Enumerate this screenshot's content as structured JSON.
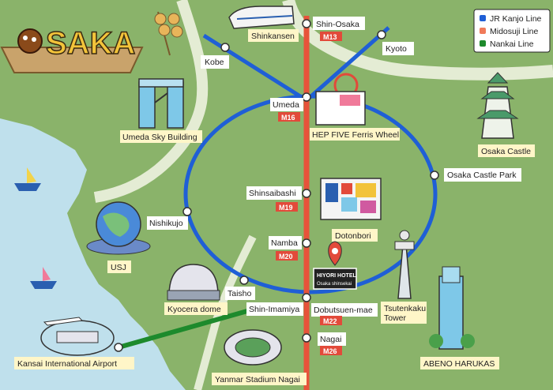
{
  "logo": {
    "text": "SAKA"
  },
  "legend": {
    "items": [
      {
        "label": "JR Kanjo Line",
        "color": "#1f5fd6"
      },
      {
        "label": "Midosuji Line",
        "color": "#f07a5a"
      },
      {
        "label": "Nankai Line",
        "color": "#1d8a2c"
      }
    ]
  },
  "stations": {
    "shin_osaka": {
      "name": "Shin-Osaka",
      "code": "M13"
    },
    "kobe": {
      "name": "Kobe"
    },
    "kyoto": {
      "name": "Kyoto"
    },
    "umeda": {
      "name": "Umeda",
      "code": "M16"
    },
    "osaka_castle_park": {
      "name": "Osaka Castle Park"
    },
    "nishikujo": {
      "name": "Nishikujo"
    },
    "shinsaibashi": {
      "name": "Shinsaibashi",
      "code": "M19"
    },
    "namba": {
      "name": "Namba",
      "code": "M20"
    },
    "taisho": {
      "name": "Taisho"
    },
    "shin_imamiya": {
      "name": "Shin-Imamiya"
    },
    "dobutsuen_mae": {
      "name": "Dobutsuen-mae",
      "code": "M22"
    },
    "nagai": {
      "name": "Nagai",
      "code": "M26"
    }
  },
  "landmarks": {
    "shinkansen": "Shinkansen",
    "umeda_sky": "Umeda Sky Building",
    "hep_five": "HEP FIVE Ferris Wheel",
    "osaka_castle": "Osaka Castle",
    "dotonbori": "Dotonbori",
    "usj": "USJ",
    "kyocera": "Kyocera dome",
    "tsutenkaku": "Tsutenkaku\nTower",
    "abeno": "ABENO HARUKAS",
    "kix": "Kansai International Airport",
    "yanmar": "Yanmar Stadium Nagai"
  },
  "hotel": {
    "name": "HIYORI HOTEL",
    "sub": "Osaka shinsekai"
  },
  "colors": {
    "land": "#8ab36a",
    "water": "#bfe0ec",
    "river": "#e4ecd4"
  }
}
